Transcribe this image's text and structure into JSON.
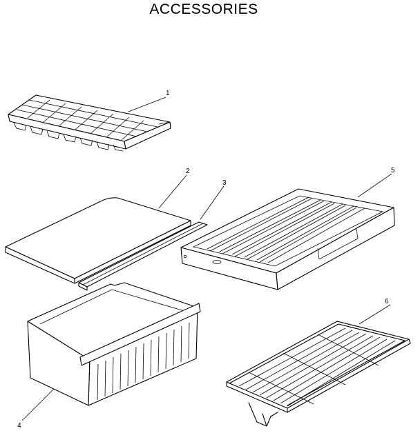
{
  "title": "ACCESSORIES",
  "parts": [
    {
      "number": "1",
      "name": "ice-cube-tray"
    },
    {
      "number": "2",
      "name": "shelf-glass"
    },
    {
      "number": "3",
      "name": "shelf-trim"
    },
    {
      "number": "4",
      "name": "crisper-drawer"
    },
    {
      "number": "5",
      "name": "crisper-cover-frame"
    },
    {
      "number": "6",
      "name": "wire-shelf"
    }
  ]
}
